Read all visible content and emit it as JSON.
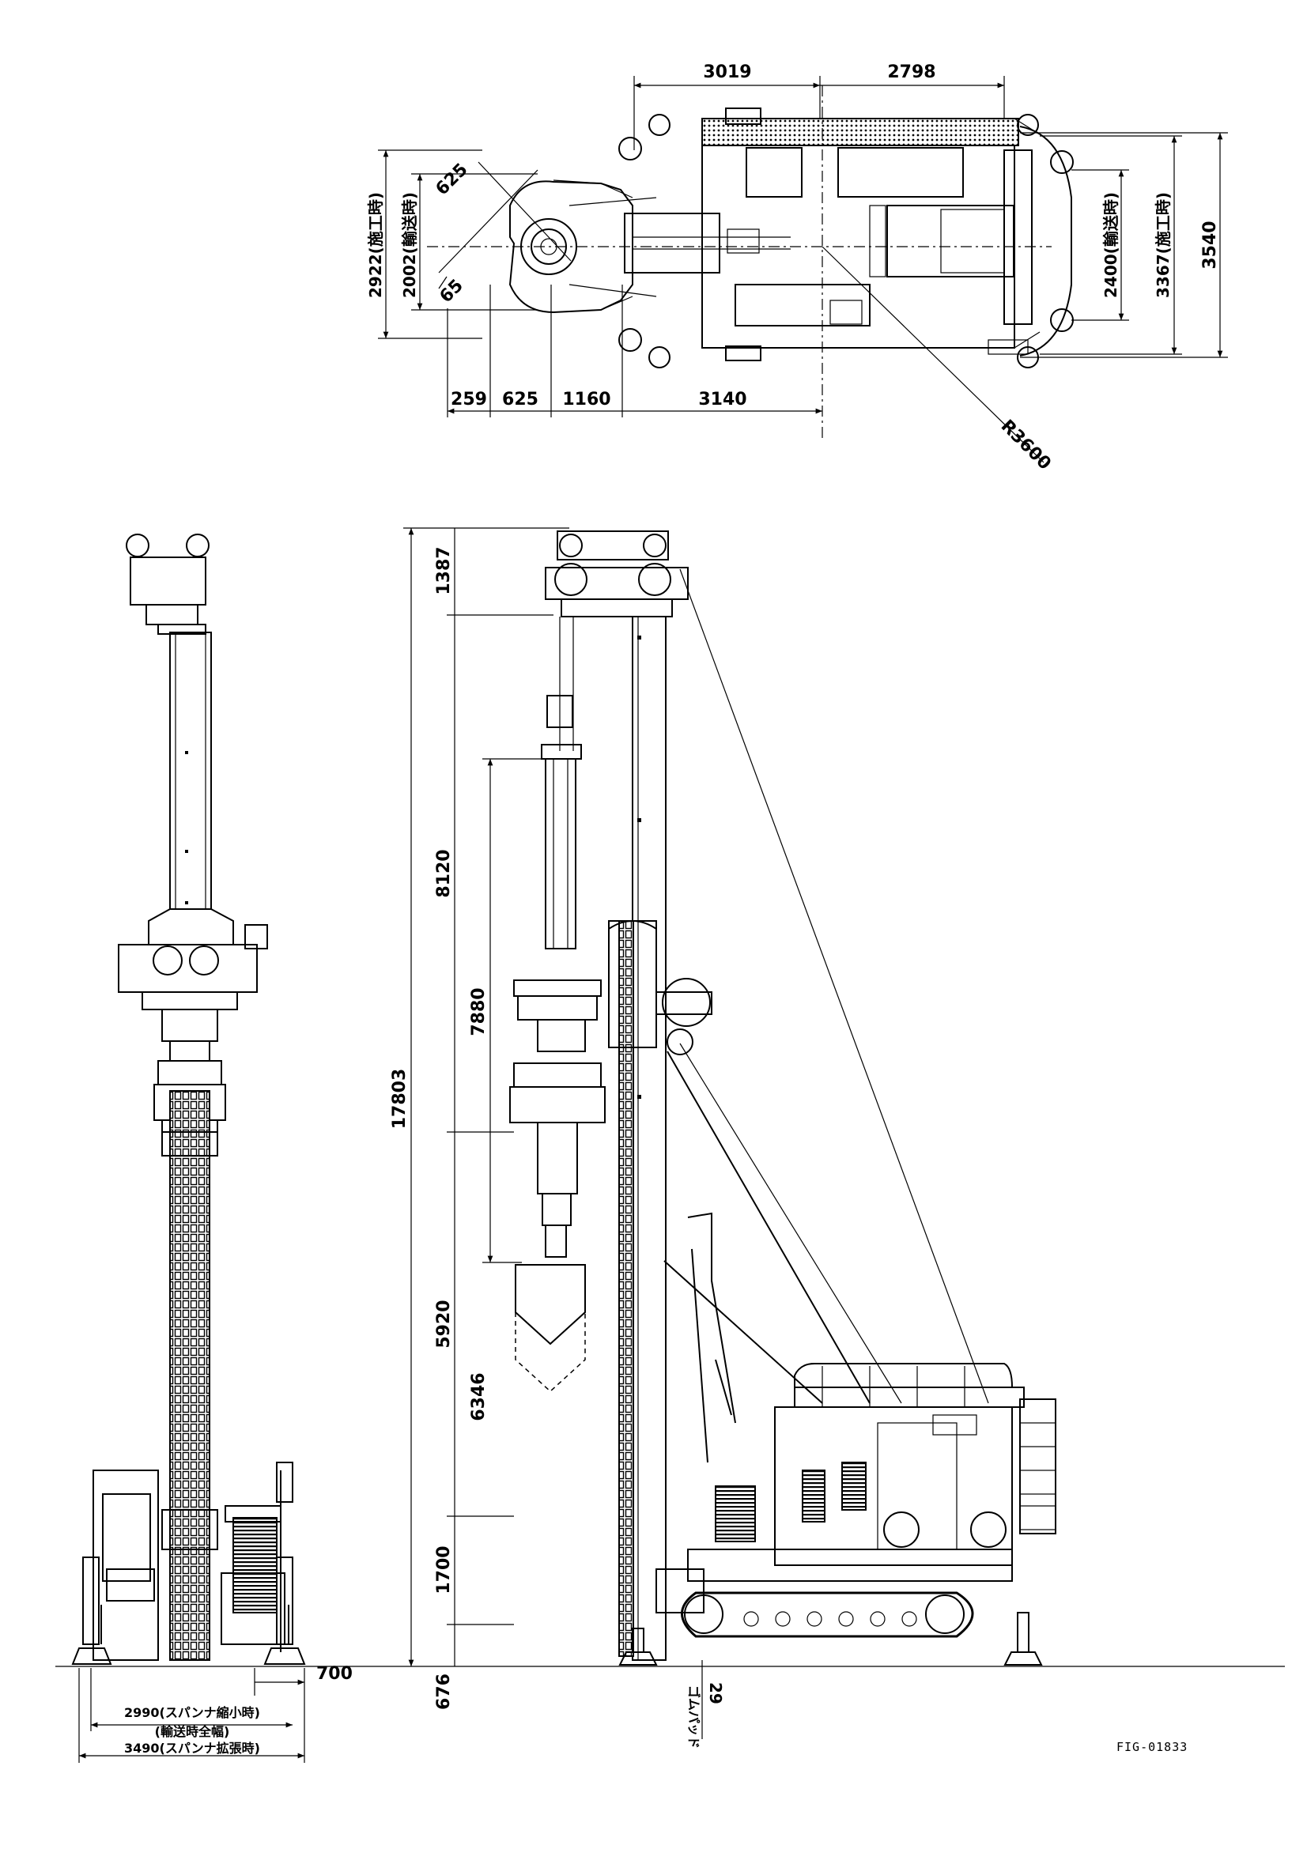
{
  "figure_code": "FIG-01833",
  "plan_view": {
    "top_dims": [
      "3019",
      "2798"
    ],
    "bottom_dims": [
      "259",
      "625",
      "1160",
      "3140"
    ],
    "left_dims": [
      "2922(施工時)",
      "2002(輸送時)"
    ],
    "diag_dims": [
      "625",
      "65"
    ],
    "right_dims": [
      "2400(輸送時)",
      "3367(施工時)",
      "3540"
    ],
    "radius": "R3600"
  },
  "side_view": {
    "vertical_dims": [
      "1387",
      "8120",
      "7880",
      "5920",
      "6346",
      "1700",
      "676"
    ],
    "total_height": "17803",
    "pad_label": "ゴムパッド",
    "pad_dim": "29"
  },
  "front_view": {
    "dim_700": "700",
    "width_min_label": "2990(スパンナ縮小時)",
    "width_transport_label": "(輸送時全幅)",
    "width_max_label": "3490(スパンナ拡張時)"
  },
  "colors": {
    "ink": "#000000",
    "paper": "#ffffff"
  }
}
